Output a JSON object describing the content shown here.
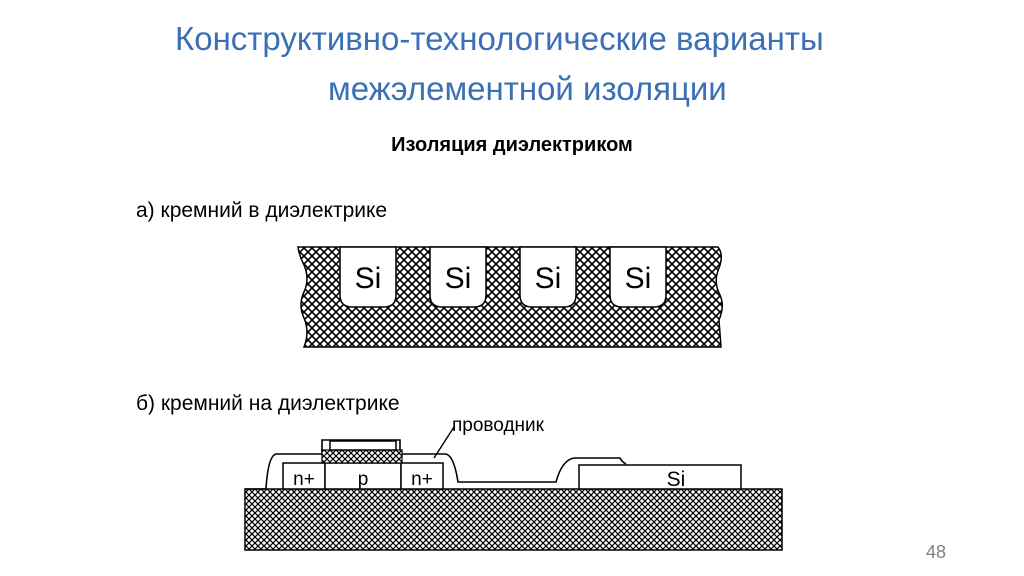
{
  "slide": {
    "title_line1": "Конструктивно-технологические варианты",
    "title_line2": "межэлементной изоляции",
    "subtitle": "Изоляция диэлектриком",
    "item_a": "а) кремний в диэлектрике",
    "item_b": "б) кремний на диэлектрике",
    "page_number": "48"
  },
  "diagram_a": {
    "pockets": [
      "Si",
      "Si",
      "Si",
      "Si"
    ]
  },
  "diagram_b": {
    "conductor_label": "проводник",
    "regions": [
      "n+",
      "p",
      "n+"
    ],
    "island_label": "Si"
  },
  "colors": {
    "title": "#3b6fb6",
    "hatch": "#000000"
  }
}
